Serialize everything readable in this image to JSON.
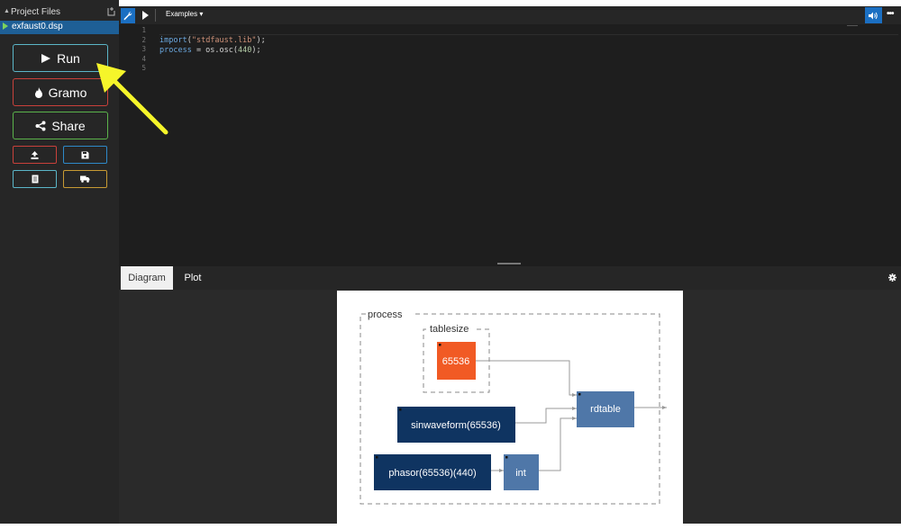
{
  "sidebar": {
    "header": "Project Files",
    "file": "exfaust0.dsp",
    "buttons": {
      "run": "Run",
      "gramo": "Gramo",
      "share": "Share"
    }
  },
  "toolbar": {
    "examples": "Examples ▾",
    "more": "•••"
  },
  "editor": {
    "line_numbers": [
      "1",
      "2",
      "3",
      "4",
      "5"
    ],
    "lines": {
      "import_kw": "import",
      "import_arg": "\"stdfaust.lib\"",
      "import_tail": ");",
      "process_kw": "process",
      "process_rest": " = os.osc(",
      "process_num": "440",
      "process_tail": ");"
    }
  },
  "tabs": {
    "diagram": "Diagram",
    "plot": "Plot"
  },
  "diagram": {
    "process_label": "process",
    "tablesize_label": "tablesize",
    "box_65536": "65536",
    "box_sinwaveform": "sinwaveform(65536)",
    "box_rdtable": "rdtable",
    "box_phasor": "phasor(65536)(440)",
    "box_int": "int",
    "colors": {
      "orange": "#f15a24",
      "navy": "#0f3461",
      "steel": "#4f77a8"
    }
  },
  "annotation": {
    "arrow_color": "#f5f52a"
  }
}
